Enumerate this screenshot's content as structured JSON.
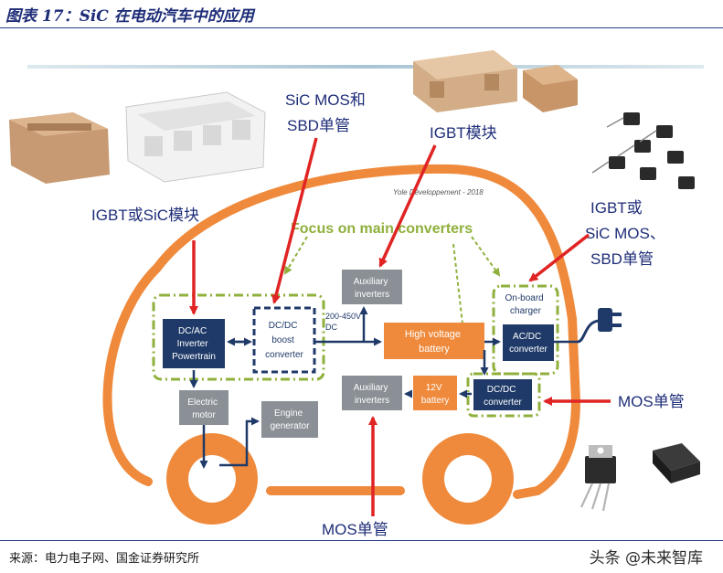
{
  "header": {
    "title": "图表 17：SiC 在电动汽车中的应用"
  },
  "diagram": {
    "doc_note": "Yole Développement - 2018",
    "focus_title": "Focus on main converters",
    "blocks": {
      "dcac": [
        "DC/AC",
        "Inverter",
        "Powertrain"
      ],
      "dcdc_boost": [
        "DC/DC",
        "boost",
        "converter"
      ],
      "aux_top": [
        "Auxiliary",
        "inverters"
      ],
      "aux_bottom": [
        "Auxiliary",
        "inverters"
      ],
      "hv_battery": [
        "High voltage",
        "battery"
      ],
      "battery_12v": [
        "12V",
        "battery"
      ],
      "dcdc_conv": [
        "DC/DC",
        "converter"
      ],
      "acdc": [
        "AC/DC",
        "converter"
      ],
      "onboard": [
        "On-board",
        "charger"
      ],
      "motor": [
        "Electric",
        "motor"
      ],
      "engine": [
        "Engine",
        "generator"
      ]
    },
    "voltage_label": [
      "200-450V",
      "DC"
    ],
    "callouts": {
      "sic_mos_sbd": [
        "SiC MOS和",
        "SBD单管"
      ],
      "igbt_module": "IGBT模块",
      "igbt_or_sic": "IGBT或SiC模块",
      "igbt_sic_mos_sbd": [
        "IGBT或",
        "SiC MOS、",
        "SBD单管"
      ],
      "mos_right": "MOS单管",
      "mos_bottom": "MOS单管"
    },
    "colors": {
      "car_outline": "#ef8a3c",
      "navy_block": "#1f3a68",
      "gray_block": "#8a9096",
      "orange_block": "#ef8a3c",
      "dash_green": "#8fb03c",
      "arrow_red": "#e02424",
      "callout_text": "#1e2d78"
    }
  },
  "footer": {
    "source": "来源：电力电子网、国金证券研究所",
    "watermark": "头条 @未来智库"
  }
}
